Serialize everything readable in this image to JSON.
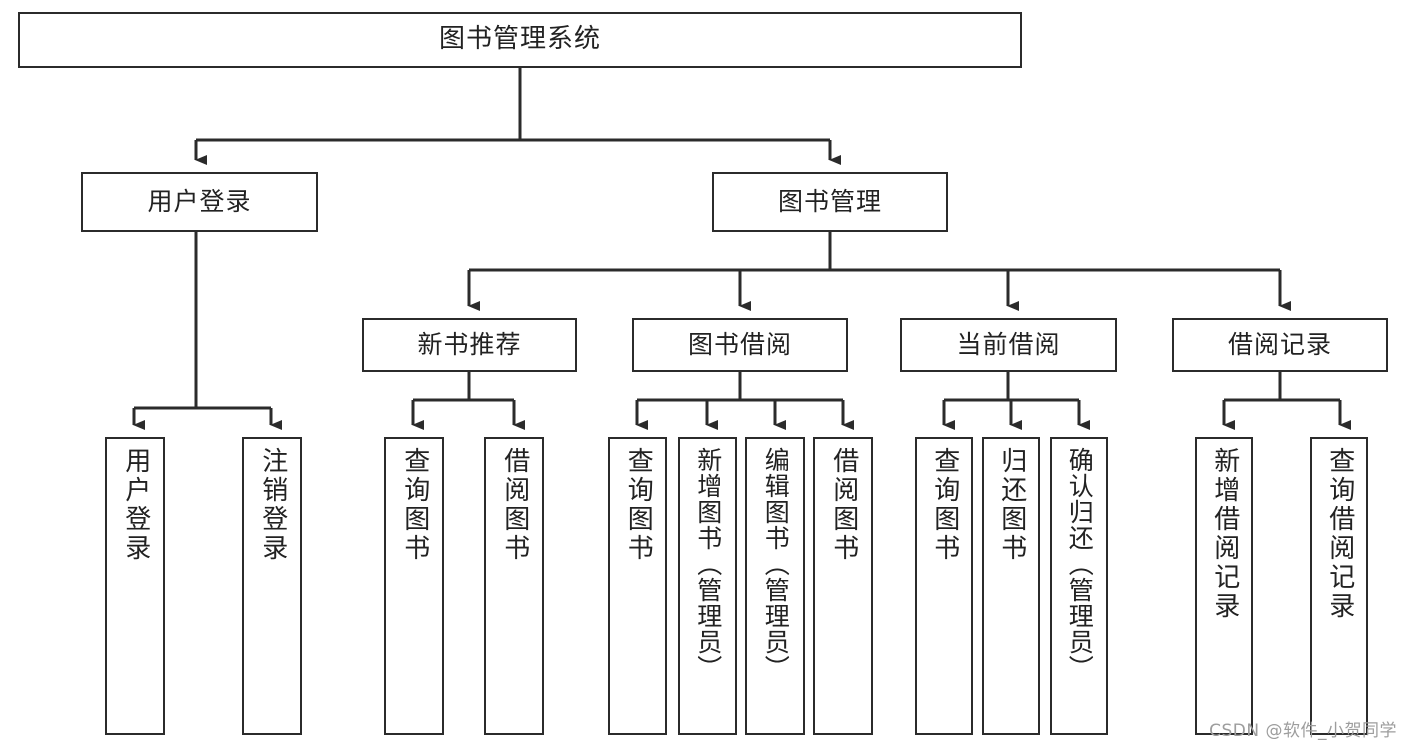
{
  "diagram": {
    "title": "图书管理系统",
    "type": "tree",
    "root": {
      "label": "图书管理系统"
    },
    "level2": [
      {
        "label": "用户登录"
      },
      {
        "label": "图书管理"
      }
    ],
    "level3": [
      {
        "label": "新书推荐"
      },
      {
        "label": "图书借阅"
      },
      {
        "label": "当前借阅"
      },
      {
        "label": "借阅记录"
      }
    ],
    "leaves": {
      "user_login": [
        {
          "label": "用户登录"
        },
        {
          "label": "注销登录"
        }
      ],
      "new_book_recommend": [
        {
          "label": "查询图书"
        },
        {
          "label": "借阅图书"
        }
      ],
      "book_borrow": [
        {
          "label": "查询图书"
        },
        {
          "label": "新增图书（管理员）"
        },
        {
          "label": "编辑图书（管理员）"
        },
        {
          "label": "借阅图书"
        }
      ],
      "current_borrow": [
        {
          "label": "查询图书"
        },
        {
          "label": "归还图书"
        },
        {
          "label": "确认归还（管理员）"
        }
      ],
      "borrow_record": [
        {
          "label": "新增借阅记录"
        },
        {
          "label": "查询借阅记录"
        }
      ]
    }
  },
  "watermark": {
    "text": "CSDN @软件_小贺同学"
  },
  "colors": {
    "border": "#2b2b2b",
    "background": "#ffffff",
    "text": "#222222",
    "watermark": "#9d9d9d"
  }
}
